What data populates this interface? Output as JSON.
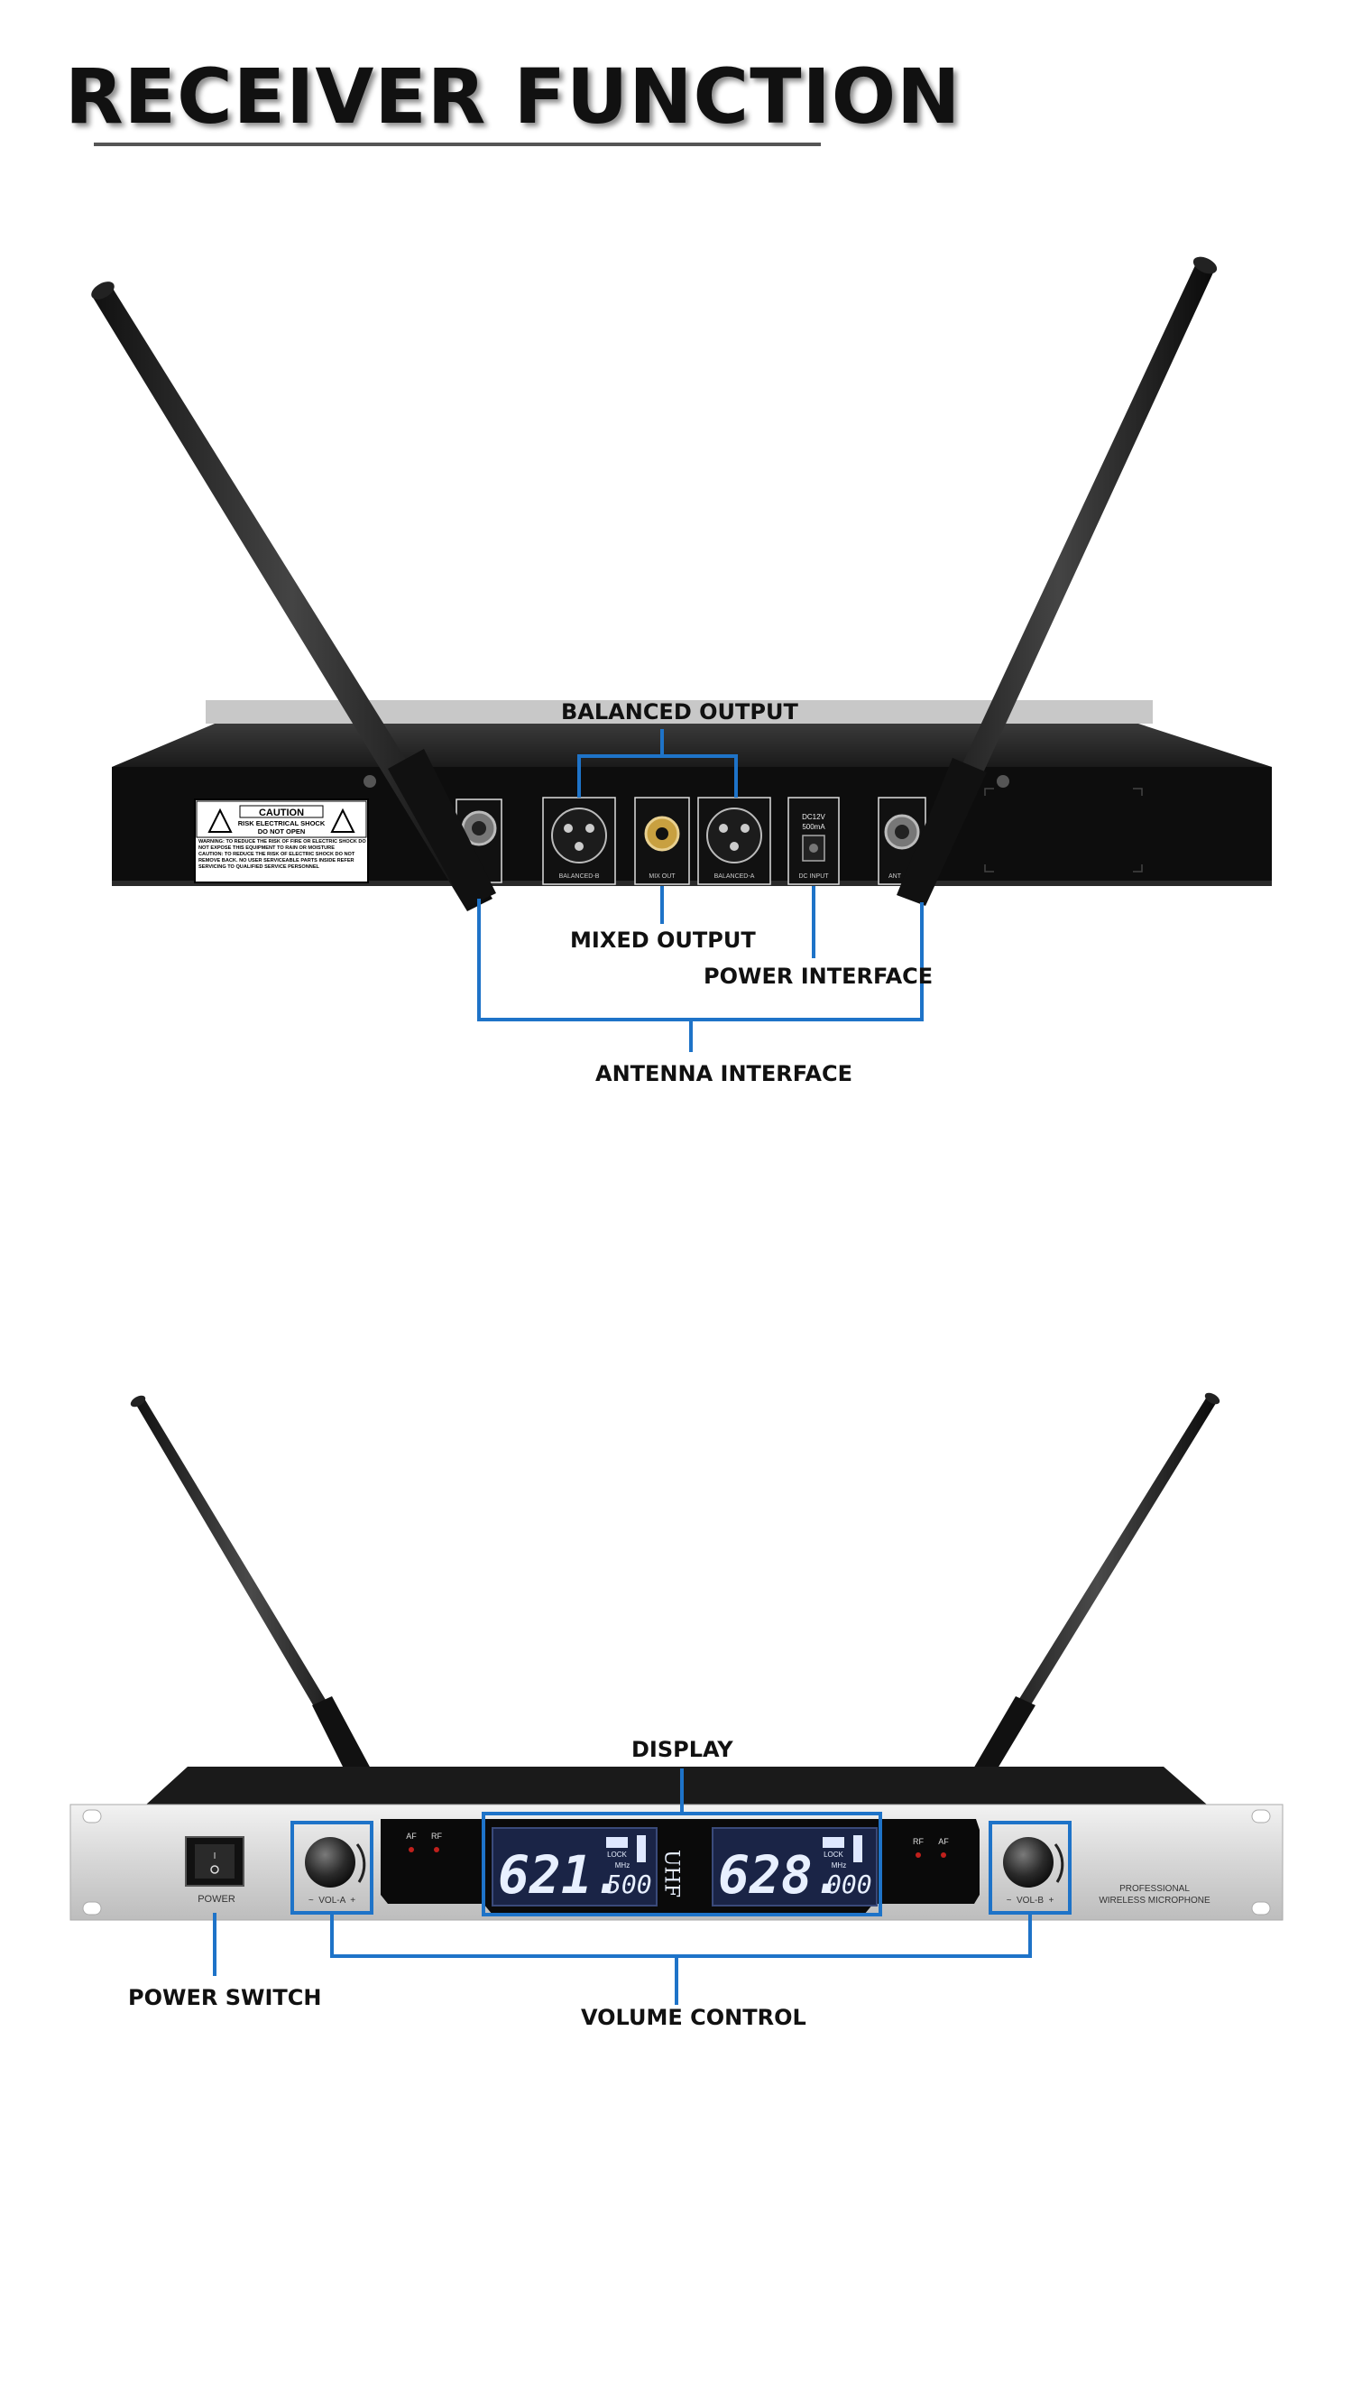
{
  "title": "RECEIVER FUNCTION",
  "accent_color": "#1e73c8",
  "rear_panel": {
    "labels": {
      "balanced_output": "BALANCED OUTPUT",
      "mixed_output": "MIXED OUTPUT",
      "power_interface": "POWER INTERFACE",
      "antenna_interface": "ANTENNA INTERFACE"
    },
    "caution": {
      "heading": "CAUTION",
      "line1": "RISK ELECTRICAL SHOCK",
      "line2": "DO NOT OPEN",
      "warning": "WARNING: TO REDUCE THE RISK OF FIRE OR ELECTRIC SHOCK DO NOT EXPOSE THIS EQUIPMENT TO RAIN OR MOISTURE",
      "caution_text": "CAUTION: TO REDUCE THE RISK OF ELECTRIC SHOCK DO NOT REMOVE BACK. NO USER SERVICEABLE PARTS INSIDE REFER SERVICING TO QUALIFIED SERVICE PERSONNEL"
    },
    "jacks": {
      "balanced_b": "BALANCED-B",
      "mix_out": "MIX OUT",
      "balanced_a": "BALANCED-A",
      "dc_input": "DC INPUT",
      "dc_spec1": "DC12V",
      "dc_spec2": "500mA",
      "ant": "ANT"
    }
  },
  "front_panel": {
    "labels": {
      "display": "DISPLAY",
      "power_switch": "POWER SWITCH",
      "volume_control": "VOLUME CONTROL"
    },
    "power_label": "POWER",
    "vol_a": "~  VOL-A  +",
    "vol_b": "~  VOL-B  +",
    "af": "AF",
    "rf": "RF",
    "freq_a_main": "621.",
    "freq_a_sub": "500",
    "freq_b_main": "628.",
    "freq_b_sub": "000",
    "band": "UHF",
    "lock": "LOCK",
    "mhz": "MHz",
    "brand_line1": "PROFESSIONAL",
    "brand_line2": "WIRELESS MICROPHONE"
  }
}
